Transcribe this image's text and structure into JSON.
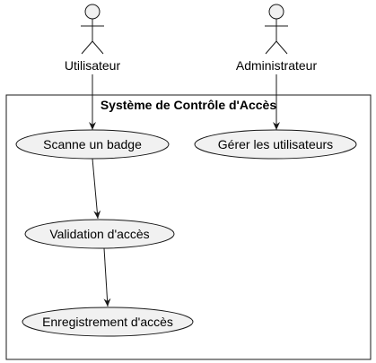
{
  "colors": {
    "background": "#ffffff",
    "element_fill": "#f1f1f1",
    "element_stroke": "#181818",
    "line": "#181818",
    "text": "#000000"
  },
  "system": {
    "title": "Système de Contrôle d'Accès"
  },
  "actors": [
    {
      "id": "utilisateur",
      "label": "Utilisateur"
    },
    {
      "id": "administrateur",
      "label": "Administrateur"
    }
  ],
  "usecases": [
    {
      "id": "scan",
      "label": "Scanne un badge"
    },
    {
      "id": "manage",
      "label": "Gérer les utilisateurs"
    },
    {
      "id": "validate",
      "label": "Validation d'accès"
    },
    {
      "id": "record",
      "label": "Enregistrement d'accès"
    }
  ],
  "links": [
    {
      "from": "utilisateur",
      "to": "scan"
    },
    {
      "from": "administrateur",
      "to": "manage"
    },
    {
      "from": "scan",
      "to": "validate"
    },
    {
      "from": "validate",
      "to": "record"
    }
  ]
}
